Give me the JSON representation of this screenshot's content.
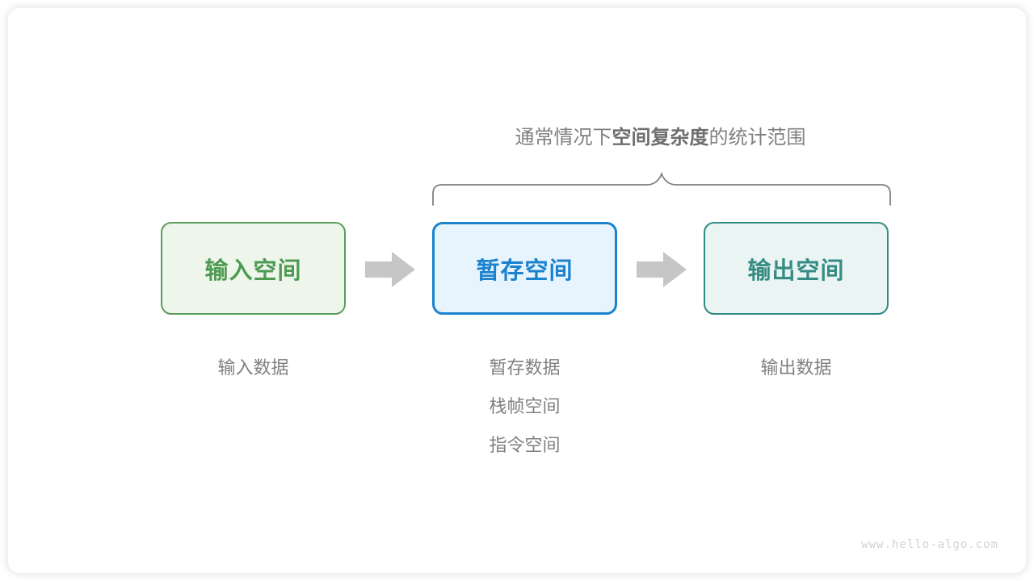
{
  "diagram": {
    "scope_caption": {
      "prefix": "通常情况下",
      "emphasis": "空间复杂度",
      "suffix": "的统计范围"
    },
    "brace": {
      "name": "curly-brace",
      "spans_boxes": [
        "暂存空间",
        "输出空间"
      ],
      "color": "#808080"
    },
    "boxes": [
      {
        "id": "input",
        "title": "输入空间",
        "border_color": "#5a9e5a",
        "fill_color": "#eef6ec",
        "text_color": "#4e9a52"
      },
      {
        "id": "temp",
        "title": "暂存空间",
        "border_color": "#1b82ce",
        "fill_color": "#e8f4fd",
        "text_color": "#1b82ce"
      },
      {
        "id": "output",
        "title": "输出空间",
        "border_color": "#2f8b83",
        "fill_color": "#eaf4f2",
        "text_color": "#368c84"
      }
    ],
    "arrows": [
      {
        "id": "arrow-1",
        "icon": "right-arrow-icon",
        "color": "#c6c6c6"
      },
      {
        "id": "arrow-2",
        "icon": "right-arrow-icon",
        "color": "#c6c6c6"
      }
    ],
    "label_groups": [
      {
        "id": "input",
        "lines": [
          "输入数据"
        ]
      },
      {
        "id": "temp",
        "lines": [
          "暂存数据",
          "栈帧空间",
          "指令空间"
        ]
      },
      {
        "id": "output",
        "lines": [
          "输出数据"
        ]
      }
    ],
    "watermark": "www.hello-algo.com",
    "colors": {
      "muted_text": "#808080",
      "watermark": "#d2d2d2",
      "arrow": "#c6c6c6",
      "background": "#ffffff"
    }
  }
}
